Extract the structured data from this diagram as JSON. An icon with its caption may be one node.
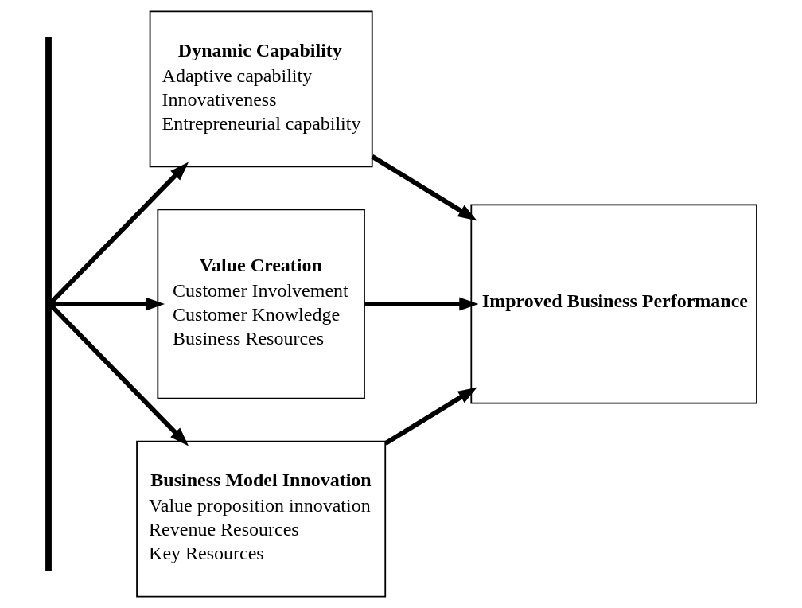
{
  "diagram": {
    "nodes": [
      {
        "text": [],
        "shape": "bar"
      },
      {
        "text": [
          "Dynamic Capability",
          "Adaptive capability",
          "Innovativeness",
          "Entrepreneurial capability"
        ]
      },
      {
        "text": [
          "Value Creation",
          "Customer Involvement",
          "Customer Knowledge",
          "Business Resources"
        ]
      },
      {
        "text": [
          "Business Model Innovation",
          "Value proposition innovation",
          "Revenue Resources",
          "Key Resources"
        ]
      },
      {
        "text": [
          "Improved Business Performance"
        ]
      }
    ],
    "edges": [
      {
        "from": 0,
        "to": 1,
        "arrow": "to"
      },
      {
        "from": 0,
        "to": 2,
        "arrow": "to"
      },
      {
        "from": 0,
        "to": 3,
        "arrow": "to"
      },
      {
        "from": 1,
        "to": 4,
        "arrow": "to"
      },
      {
        "from": 2,
        "to": 4,
        "arrow": "to"
      },
      {
        "from": 3,
        "to": 4,
        "arrow": "to"
      }
    ]
  }
}
